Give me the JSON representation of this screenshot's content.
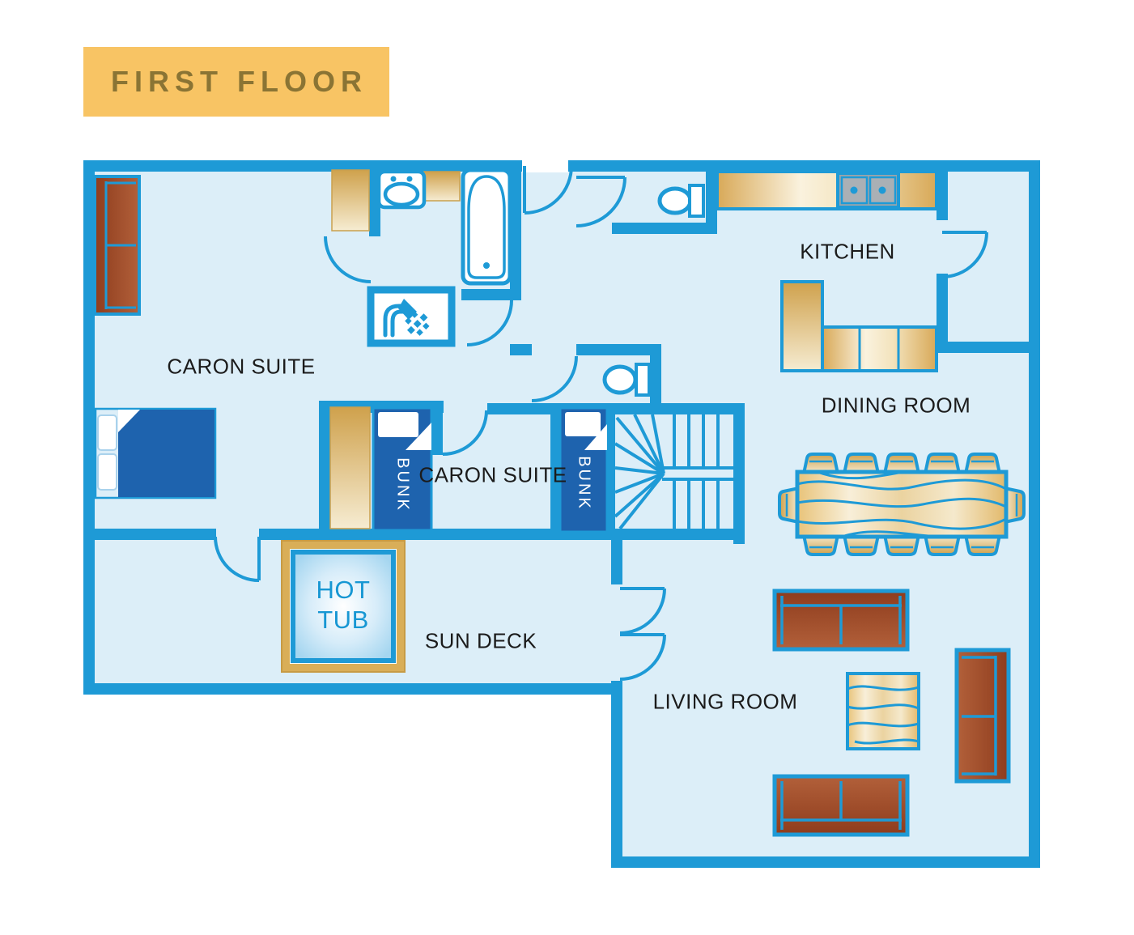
{
  "banner": {
    "label": "FIRST FLOOR",
    "bg_color": "#F8C464",
    "text_color": "#8A7434"
  },
  "rooms": {
    "caron_suite_1": "CARON SUITE",
    "caron_suite_2": "CARON SUITE",
    "kitchen": "KITCHEN",
    "dining_room": "DINING ROOM",
    "living_room": "LIVING ROOM",
    "sun_deck": "SUN DECK"
  },
  "features": {
    "hot_tub": "HOT TUB",
    "bunk_1": "BUNK",
    "bunk_2": "BUNK"
  },
  "colors": {
    "wall": "#1E9AD6",
    "floor": "#DCEEF8",
    "cabinet_tan": "#D9AE58",
    "bed_blue": "#1E63AE",
    "sofa_red": "#A04A28",
    "hot_tub_text": "#1797D3",
    "label_text": "#1B1B1B"
  },
  "fixtures": [
    "sofa-icon",
    "double-bed-icon",
    "wardrobe-icon",
    "bunk-bed-icon",
    "bunk-bed-icon",
    "bathtub-icon",
    "shower-icon",
    "bathroom-sink-icon",
    "toilet-icon",
    "toilet-icon",
    "kitchen-counter-icon",
    "kitchen-sink-icon",
    "kitchen-island-icon",
    "staircase-icon",
    "dining-table-icon",
    "dining-chair-icon",
    "hot-tub-icon",
    "coffee-table-icon",
    "sofa-icon",
    "sofa-icon",
    "sofa-icon",
    "door-arc-icon"
  ]
}
